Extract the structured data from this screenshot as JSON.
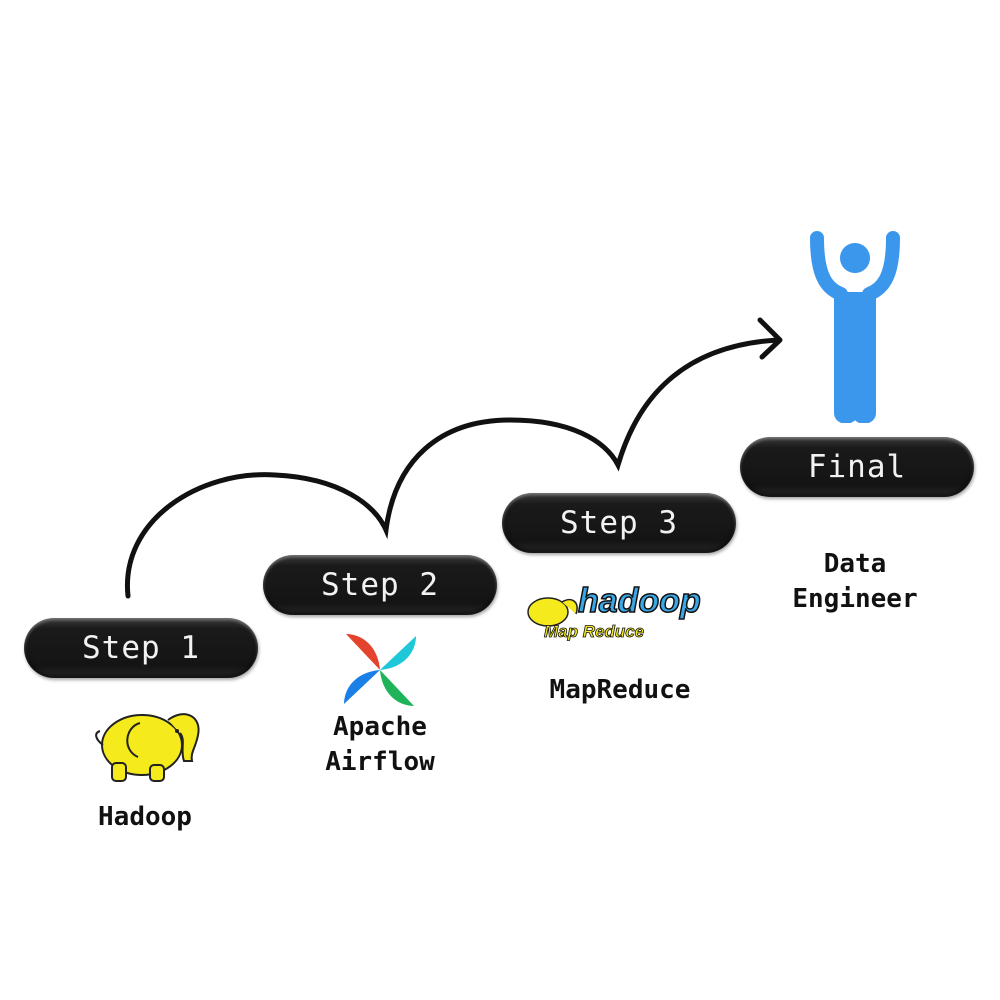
{
  "steps": [
    {
      "badge": "Step 1",
      "tech": "Hadoop",
      "logo": "hadoop-elephant-logo"
    },
    {
      "badge": "Step 2",
      "tech_line1": "Apache",
      "tech_line2": "Airflow",
      "logo": "apache-airflow-pinwheel-logo"
    },
    {
      "badge": "Step 3",
      "tech": "MapReduce",
      "logo": "hadoop-mapreduce-logo",
      "logo_text_main": "hadoop",
      "logo_text_sub": "Map Reduce"
    },
    {
      "badge": "Final",
      "tech_line1": "Data",
      "tech_line2": "Engineer",
      "icon": "person-arms-raised-icon"
    }
  ],
  "colors": {
    "pill": "#161616",
    "person": "#3a97ec",
    "elephant": "#f5ea1c",
    "airflow_red": "#e4432e",
    "airflow_teal": "#1ec8d8",
    "airflow_green": "#1fb35a",
    "airflow_blue": "#1a7fe6"
  }
}
